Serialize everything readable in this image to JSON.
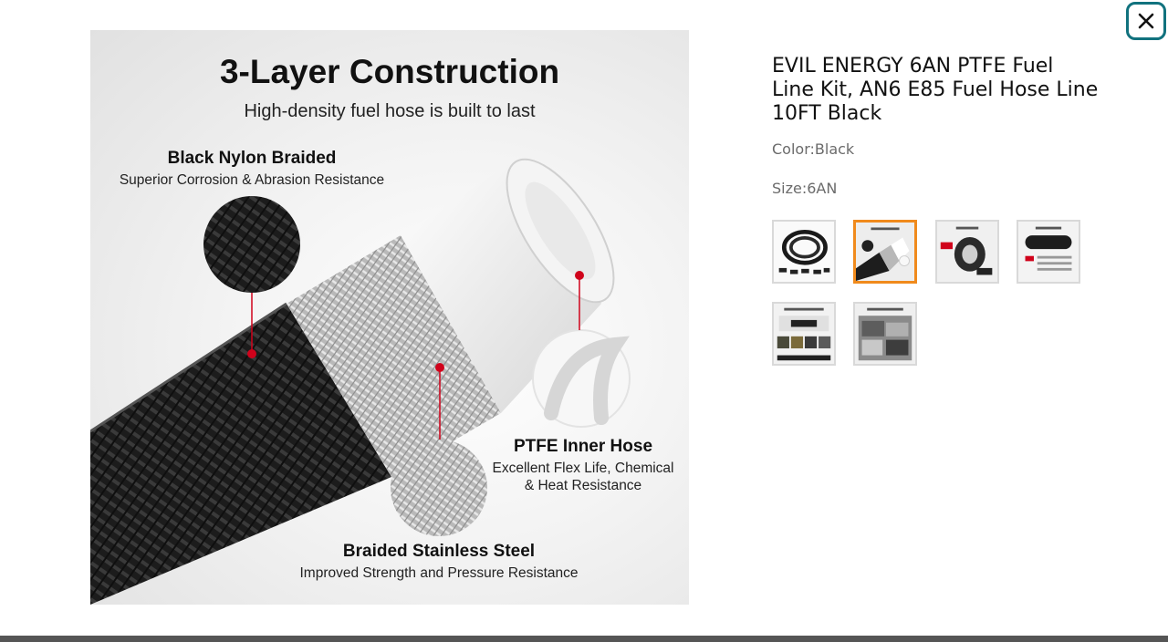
{
  "modal": {
    "close_icon": "close-icon"
  },
  "image": {
    "title": "3-Layer Construction",
    "subtitle": "High-density fuel hose is built to last",
    "labels": [
      {
        "heading": "Black Nylon Braided",
        "lines": [
          "Superior Corrosion & Abrasion Resistance"
        ]
      },
      {
        "heading": "PTFE Inner Hose",
        "lines": [
          "Excellent Flex Life, Chemical",
          "& Heat Resistance"
        ]
      },
      {
        "heading": "Braided Stainless Steel",
        "lines": [
          "Improved Strength and Pressure Resistance"
        ]
      }
    ],
    "accent_color": "#d0021b"
  },
  "product": {
    "title": "EVIL ENERGY 6AN PTFE Fuel Line Kit, AN6 E85 Fuel Hose Line 10FT Black",
    "color_label": "Color:",
    "color_value": "Black",
    "size_label": "Size:",
    "size_value": "6AN"
  },
  "thumbnails": {
    "selected_index": 1,
    "selected_border_color": "#f08a1c",
    "items": [
      {
        "id": "thumb-kit"
      },
      {
        "id": "thumb-construction"
      },
      {
        "id": "thumb-product-size"
      },
      {
        "id": "thumb-product-parameter"
      },
      {
        "id": "thumb-fuel-types"
      },
      {
        "id": "thumb-vehicles"
      }
    ]
  }
}
